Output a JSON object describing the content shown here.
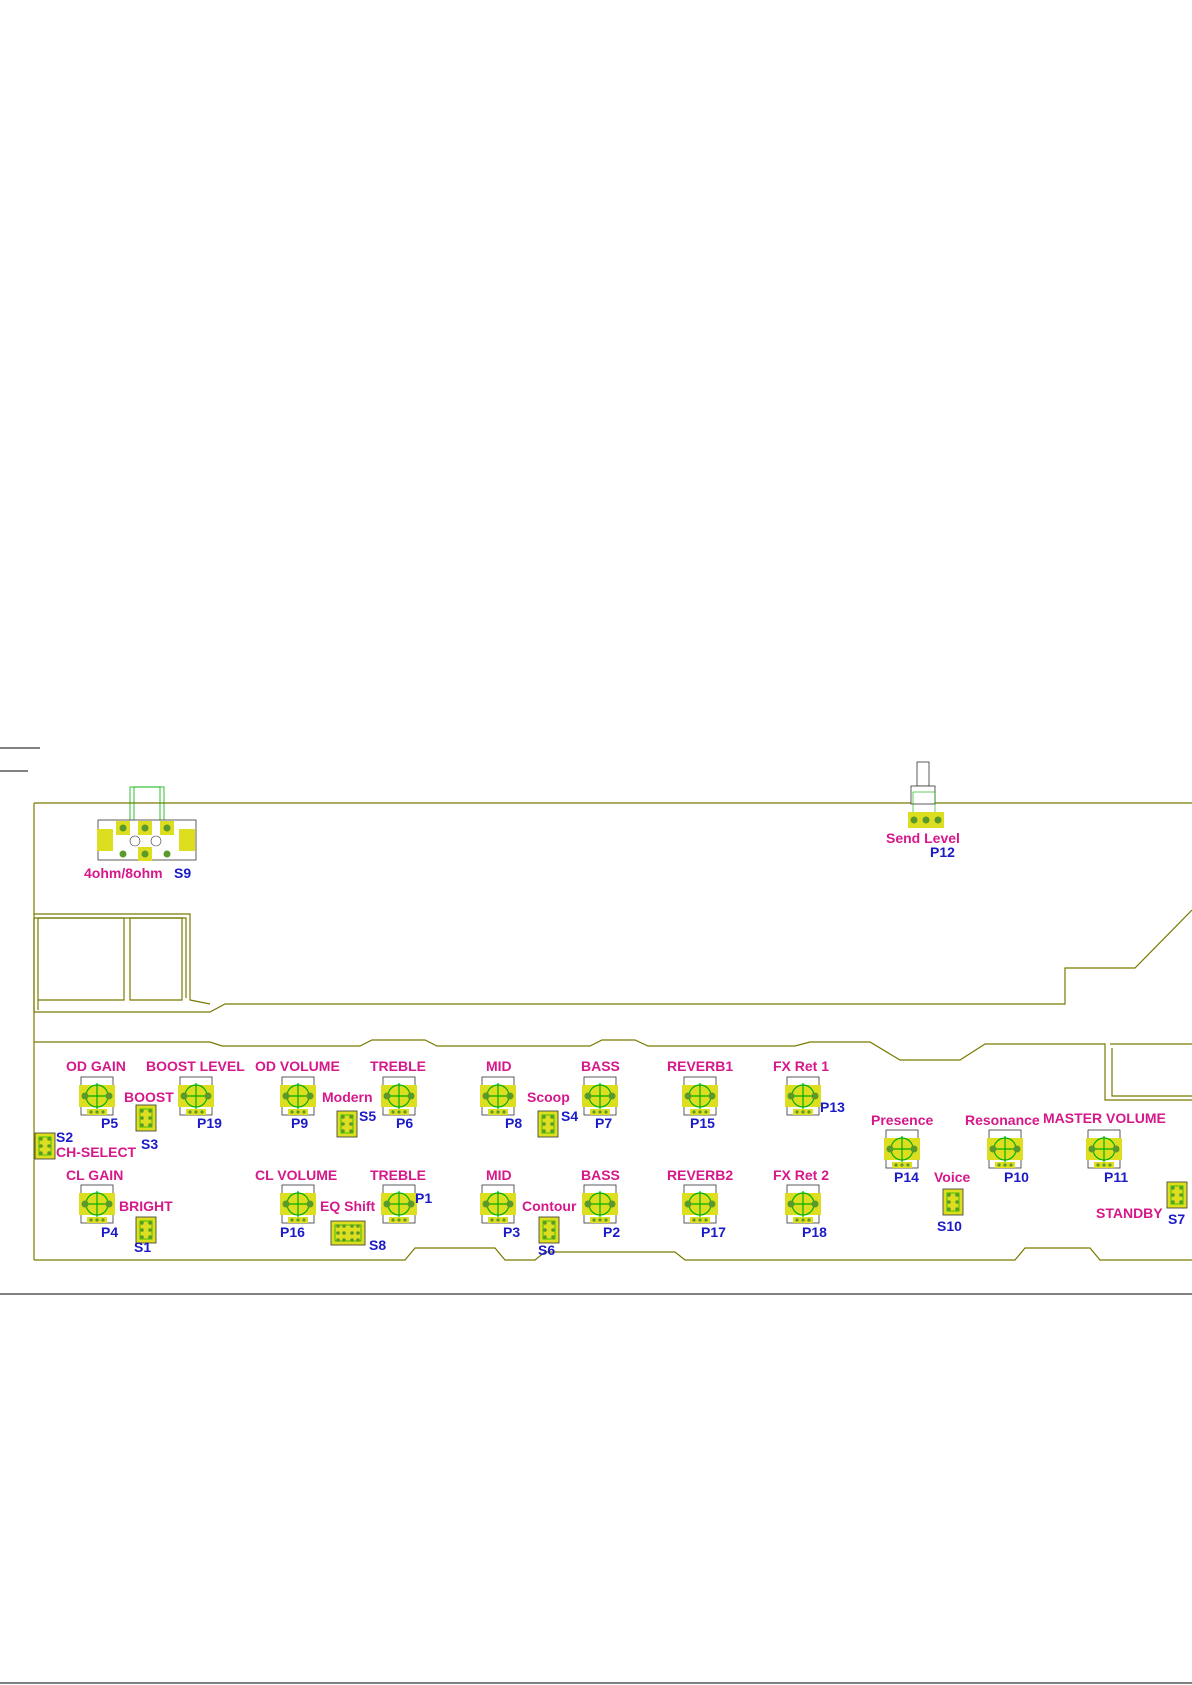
{
  "colors": {
    "outline": "#7a7a00",
    "function_label": "#d6188a",
    "ref_label": "#1a1ac8",
    "pad": "#dede20",
    "drill": "#5a9a2a",
    "footprint_line": "#00b000",
    "body_line": "#333333"
  },
  "output": {
    "label": "4ohm/8ohm",
    "ref": "S9"
  },
  "send": {
    "label": "Send Level",
    "ref": "P12"
  },
  "pots_top": [
    {
      "label": "OD GAIN",
      "ref": "P5"
    },
    {
      "label": "BOOST LEVEL",
      "ref": "P19"
    },
    {
      "label": "OD VOLUME",
      "ref": "P9"
    },
    {
      "label": "TREBLE",
      "ref": "P6"
    },
    {
      "label": "MID",
      "ref": "P8"
    },
    {
      "label": "BASS",
      "ref": "P7"
    },
    {
      "label": "REVERB1",
      "ref": "P15"
    },
    {
      "label": "FX Ret 1",
      "ref": "P13"
    }
  ],
  "pots_bottom": [
    {
      "label": "CL GAIN",
      "ref": "P4"
    },
    {
      "label": "CL VOLUME",
      "ref": "P16"
    },
    {
      "label": "TREBLE",
      "ref": "P1"
    },
    {
      "label": "MID",
      "ref": "P3"
    },
    {
      "label": "BASS",
      "ref": "P2"
    },
    {
      "label": "REVERB2",
      "ref": "P17"
    },
    {
      "label": "FX Ret 2",
      "ref": "P18"
    }
  ],
  "pots_right": [
    {
      "label": "Presence",
      "ref": "P14"
    },
    {
      "label": "Resonance",
      "ref": "P10"
    },
    {
      "label": "MASTER VOLUME",
      "ref": "P11"
    }
  ],
  "switches": [
    {
      "label": "BOOST",
      "ref": "S3"
    },
    {
      "label": "Modern",
      "ref": "S5"
    },
    {
      "label": "Scoop",
      "ref": "S4"
    },
    {
      "label": "CH-SELECT",
      "ref": "S2"
    },
    {
      "label": "BRIGHT",
      "ref": "S1"
    },
    {
      "label": "EQ Shift",
      "ref": "S8"
    },
    {
      "label": "Contour",
      "ref": "S6"
    },
    {
      "label": "Voice",
      "ref": "S10"
    },
    {
      "label": "STANDBY",
      "ref": "S7"
    }
  ]
}
